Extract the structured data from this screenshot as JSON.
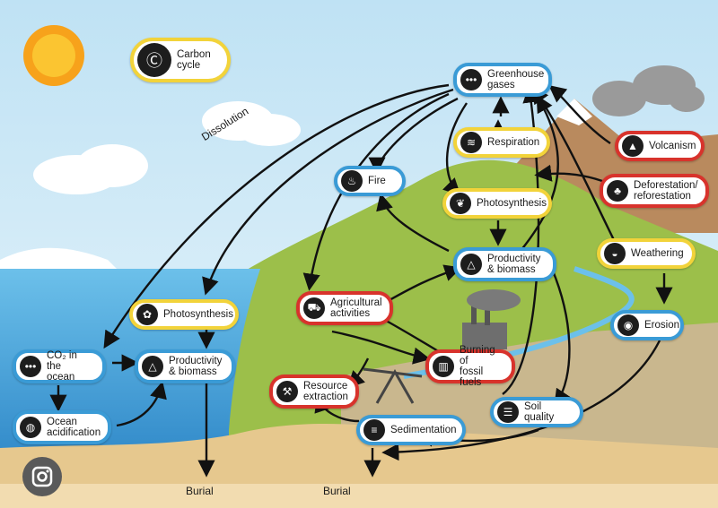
{
  "legend": {
    "title": "Carbon\ncycle",
    "icon": "carbon-cycle-icon"
  },
  "labels": {
    "dissolution": "Dissolution",
    "burial_left": "Burial",
    "burial_right": "Burial"
  },
  "nodes": {
    "greenhouse": {
      "label": "Greenhouse\ngases",
      "icon": "co2-molecule-icon",
      "color": "blue"
    },
    "respiration": {
      "label": "Respiration",
      "icon": "respiration-icon",
      "color": "yellow"
    },
    "volcanism": {
      "label": "Volcanism",
      "icon": "volcano-icon",
      "color": "red"
    },
    "deforestation": {
      "label": "Deforestation/\nreforestation",
      "icon": "tree-icon",
      "color": "red"
    },
    "fire": {
      "label": "Fire",
      "icon": "flame-icon",
      "color": "blue"
    },
    "photosynthesis_land": {
      "label": "Photosynthesis",
      "icon": "leaf-icon",
      "color": "yellow"
    },
    "productivity_land": {
      "label": "Productivity\n& biomass",
      "icon": "biomass-icon",
      "color": "blue"
    },
    "weathering": {
      "label": "Weathering",
      "icon": "weathering-icon",
      "color": "yellow"
    },
    "erosion": {
      "label": "Erosion",
      "icon": "erosion-icon",
      "color": "blue"
    },
    "agricultural": {
      "label": "Agricultural\nactivities",
      "icon": "tractor-icon",
      "color": "red"
    },
    "photosynthesis_ocean": {
      "label": "Photosynthesis",
      "icon": "phytoplankton-icon",
      "color": "yellow"
    },
    "productivity_ocean": {
      "label": "Productivity\n& biomass",
      "icon": "biomass-icon",
      "color": "blue"
    },
    "co2_ocean": {
      "label": "CO₂ in the\nocean",
      "icon": "co2-molecule-icon",
      "color": "blue"
    },
    "ocean_acid": {
      "label": "Ocean\nacidification",
      "icon": "shell-icon",
      "color": "blue"
    },
    "burning": {
      "label": "Burning of\nfossil fuels",
      "icon": "factory-icon",
      "color": "red"
    },
    "resource": {
      "label": "Resource\nextraction",
      "icon": "pumpjack-icon",
      "color": "red"
    },
    "soil": {
      "label": "Soil quality",
      "icon": "soil-icon",
      "color": "blue"
    },
    "sedimentation": {
      "label": "Sedimentation",
      "icon": "sediment-icon",
      "color": "blue"
    }
  },
  "colors": {
    "blue": "#3a9bd6",
    "yellow": "#f2d33a",
    "red": "#d8332c",
    "ocean": "#5fb3e0",
    "land": "#9cbf4a"
  }
}
